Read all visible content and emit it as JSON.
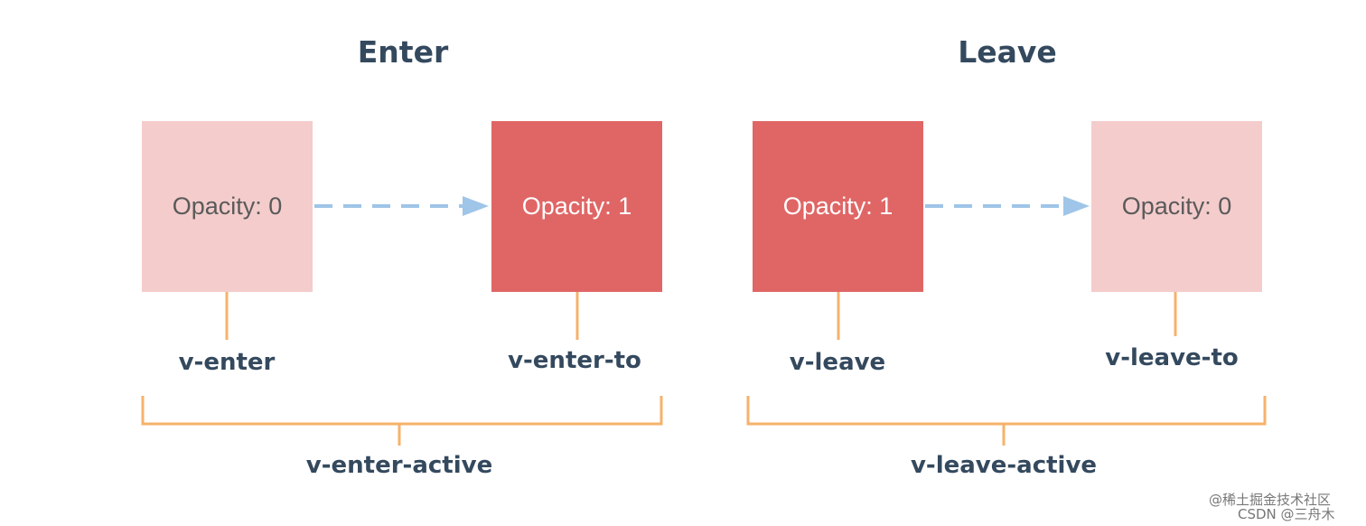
{
  "enter": {
    "title": "Enter",
    "from_box": "Opacity: 0",
    "to_box": "Opacity: 1",
    "from_label": "v-enter",
    "to_label": "v-enter-to",
    "active_label": "v-enter-active"
  },
  "leave": {
    "title": "Leave",
    "from_box": "Opacity: 1",
    "to_box": "Opacity: 0",
    "from_label": "v-leave",
    "to_label": "v-leave-to",
    "active_label": "v-leave-active"
  },
  "watermark": {
    "line1": "@稀土掘金技术社区",
    "line2": "CSDN @三舟木"
  },
  "colors": {
    "light_box": "#f4cccc",
    "dark_box": "#e06666",
    "arrow": "#9fc5e8",
    "bracket": "#f6b26b",
    "text": "#34495e"
  }
}
